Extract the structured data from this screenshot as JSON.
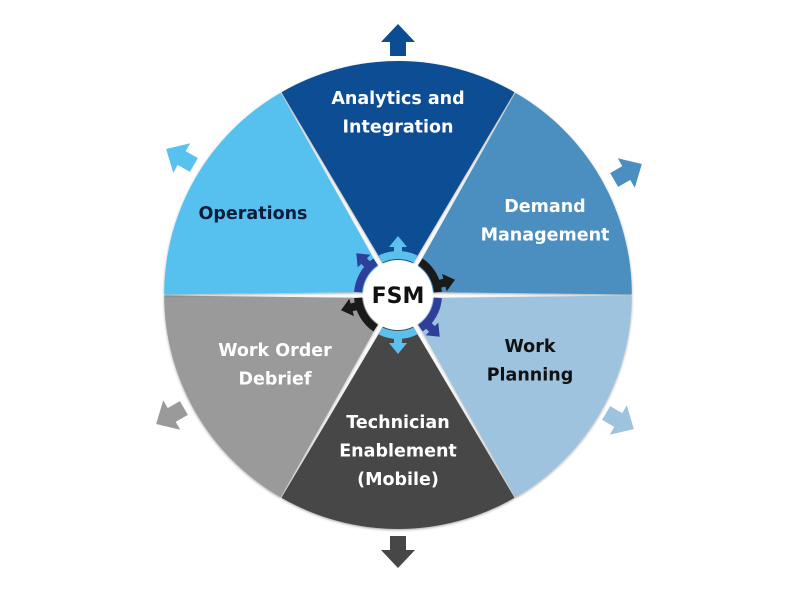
{
  "diagram": {
    "type": "segmented-wheel",
    "center": {
      "label": "FSM",
      "ring_colors": [
        "#5bc0ec",
        "#1a1a1a",
        "#2e3f99"
      ]
    },
    "segments": [
      {
        "id": "analytics",
        "lines": [
          "Analytics and",
          "Integration"
        ],
        "fill": "#0a4d94",
        "text_color": "#ffffff",
        "arrow": "up"
      },
      {
        "id": "demand",
        "lines": [
          "Demand",
          "Management"
        ],
        "fill": "#4b8fc0",
        "text_color": "#ffffff",
        "arrow": "up-right"
      },
      {
        "id": "planning",
        "lines": [
          "Work",
          "Planning"
        ],
        "fill": "#9dc3de",
        "text_color": "#111111",
        "arrow": "down-right"
      },
      {
        "id": "technician",
        "lines": [
          "Technician",
          "Enablement",
          "(Mobile)"
        ],
        "fill": "#474747",
        "text_color": "#ffffff",
        "arrow": "down"
      },
      {
        "id": "debrief",
        "lines": [
          "Work Order",
          "Debrief"
        ],
        "fill": "#9a9a9a",
        "text_color": "#ffffff",
        "arrow": "down-left"
      },
      {
        "id": "operations",
        "lines": [
          "Operations"
        ],
        "fill": "#57c1ef",
        "text_color": "#0d1b3a",
        "arrow": "up-left"
      }
    ]
  }
}
